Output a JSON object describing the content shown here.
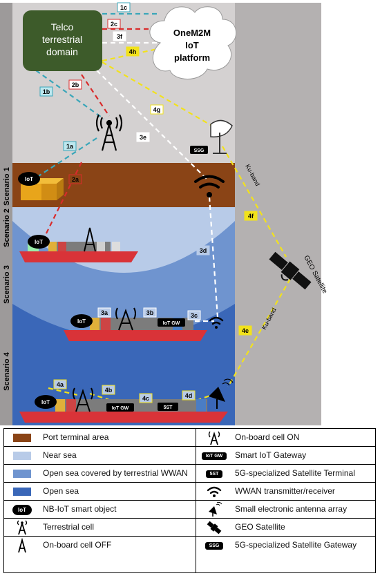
{
  "nodes": {
    "telco": [
      "Telco",
      "terrestrial",
      "domain"
    ],
    "onem2m": [
      "OneM2M",
      "IoT",
      "platform"
    ]
  },
  "links": {
    "l1a": "1a",
    "l1b": "1b",
    "l1c": "1c",
    "l2a": "2a",
    "l2b": "2b",
    "l2c": "2c",
    "l3a": "3a",
    "l3b": "3b",
    "l3c": "3c",
    "l3d": "3d",
    "l3e": "3e",
    "l3f": "3f",
    "l4a": "4a",
    "l4b": "4b",
    "l4c": "4c",
    "l4d": "4d",
    "l4e": "4e",
    "l4f": "4f",
    "l4g": "4g",
    "l4h": "4h"
  },
  "band_labels": {
    "upper": "Ku-band",
    "lower": "Ku-band"
  },
  "scenarios": [
    "Scenario 1",
    "Scenario 2",
    "Scenario 3",
    "Scenario 4"
  ],
  "tags": {
    "iot": "IoT",
    "iot_gw": "IoT GW",
    "sst": "5ST",
    "ssg": "SSG",
    "geo": "GEO Satellite"
  },
  "legend": {
    "left": [
      {
        "text": "Port terminal area",
        "color": "#8a4416",
        "symbol": "swatch"
      },
      {
        "text": "Near sea",
        "color": "#b8cbe8",
        "symbol": "swatch"
      },
      {
        "text": "Open sea covered by terrestrial WWAN",
        "color": "#6f94cf",
        "symbol": "swatch"
      },
      {
        "text": "Open sea",
        "color": "#3a67b8",
        "symbol": "swatch"
      },
      {
        "text": "NB-IoT smart object",
        "symbol": "iot-pill"
      },
      {
        "text": "Terrestrial cell",
        "symbol": "tower"
      },
      {
        "text": "On-board cell OFF",
        "symbol": "tower-off"
      }
    ],
    "right": [
      {
        "text": "On-board cell ON",
        "symbol": "tower-on"
      },
      {
        "text": "Smart IoT Gateway",
        "symbol": "gw-tag"
      },
      {
        "text": "5G-specialized Satellite Terminal",
        "symbol": "sst-tag"
      },
      {
        "text": "WWAN transmitter/receiver",
        "symbol": "wifi"
      },
      {
        "text": "Small electronic antenna array",
        "symbol": "dish-small"
      },
      {
        "text": "GEO Satellite",
        "symbol": "satellite"
      },
      {
        "text": "5G-specialized Satellite Gateway",
        "symbol": "ssg-tag"
      }
    ]
  }
}
